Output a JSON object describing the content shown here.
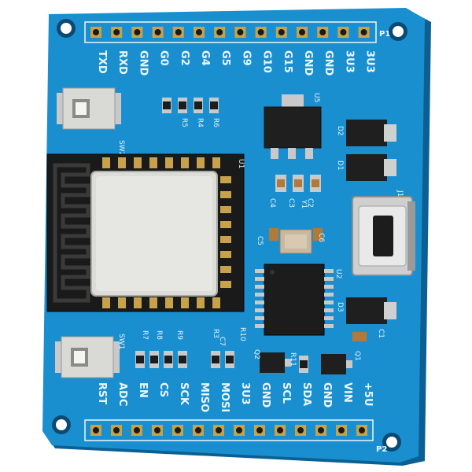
{
  "board": {
    "top_header_label": "P1",
    "bottom_header_label": "P2",
    "top_pins": [
      "TXD",
      "RXD",
      "GND",
      "G0",
      "G2",
      "G4",
      "G5",
      "G9",
      "G10",
      "G15",
      "GND",
      "GND",
      "3U3",
      "3U3"
    ],
    "bottom_pins": [
      "RST",
      "ADC",
      "EN",
      "CS",
      "SCK",
      "MISO",
      "MOSI",
      "3U3",
      "GND",
      "SCL",
      "SDA",
      "GND",
      "VIN",
      "+5U"
    ],
    "switch_top": "SW2",
    "switch_bottom": "SW1",
    "module_label": "U1",
    "regulator_label": "U5",
    "chip_label": "U2",
    "diode_labels": [
      "D2",
      "D1",
      "D3"
    ],
    "usb_label": "J1",
    "crystal_label": "Y1",
    "cap_labels": [
      "C4",
      "C3",
      "C2",
      "C5",
      "C6",
      "C1",
      "C7"
    ],
    "resistor_labels_top": [
      "R5",
      "R4",
      "R6"
    ],
    "resistor_labels_bottom": [
      "R7",
      "R8",
      "R9",
      "R3",
      "R10",
      "R11"
    ],
    "transistor_labels": [
      "Q2",
      "Q1"
    ]
  },
  "colors": {
    "pcb": "#1a8fd0",
    "pcb_edge": "#0e6ea8",
    "silkscreen": "#eef6fb",
    "module_shield": "#dcdcd8",
    "antenna": "#111111",
    "chip": "#1c1c1c",
    "pad": "#c8a24a"
  }
}
